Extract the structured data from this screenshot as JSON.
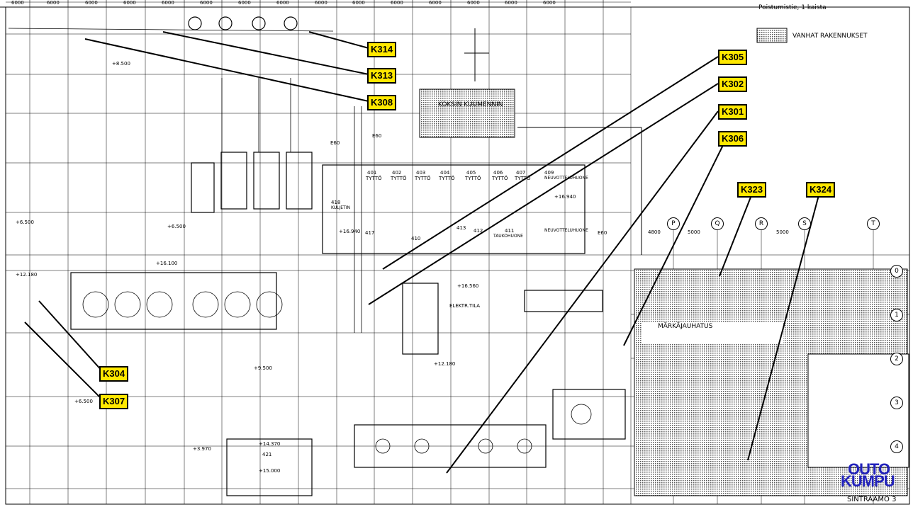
{
  "top_notes": {
    "exit_note": "Poistumistie, 1 kaista",
    "legend_old_buildings": "VANHAT RAKENNUKSET"
  },
  "areas": {
    "koksin": "KOKSIN KUUMENNIN",
    "markajauhatus": "MÄRKÄJAUHATUS",
    "electrical": "ELEKTR.TILA"
  },
  "drawing_title": "SINTRAAMO  3",
  "logo": {
    "line1": "OUTO",
    "line2": "KUMPU",
    "color": "#2222bb"
  },
  "callout_color": "#ffe800",
  "callouts": [
    "K314",
    "K313",
    "K308",
    "K305",
    "K302",
    "K301",
    "K306",
    "K323",
    "K324",
    "K304",
    "K307"
  ],
  "column_axes": [
    "P",
    "Q",
    "R",
    "S",
    "T"
  ],
  "row_axes": [
    "0",
    "1",
    "2",
    "3",
    "4"
  ],
  "dims_top": [
    "6000",
    "6000",
    "6000",
    "6000",
    "6000",
    "6000",
    "6000",
    "6000",
    "6000",
    "6000",
    "6000",
    "6000",
    "6000",
    "6000",
    "6000"
  ],
  "dims_axes": [
    "4800",
    "5000",
    "5000"
  ],
  "rooms": [
    "401",
    "402",
    "403",
    "404",
    "405",
    "406",
    "407",
    "409",
    "418",
    "417",
    "410",
    "412",
    "413",
    "411"
  ],
  "room_names": [
    "TYTTÖ",
    "TYTTÖ",
    "TYTTÖ",
    "TYTTÖ",
    "TYTTÖ",
    "TYTTÖ",
    "TYTTÖ",
    "NEUVOTTELUHUONE",
    "KULJETIN",
    "TAUKOHUONE",
    "NEUVOTTELUHUONE"
  ],
  "elevations": [
    "+8.500",
    "+6.500",
    "+6.500",
    "+12.180",
    "+16.100",
    "+16.560",
    "+12.180",
    "+9.500",
    "+6.500",
    "+3.970",
    "+14.370",
    "+15.000",
    "+16.940",
    "+16.940"
  ],
  "misc_labels": [
    "E60",
    "E60",
    "E60",
    "421"
  ]
}
